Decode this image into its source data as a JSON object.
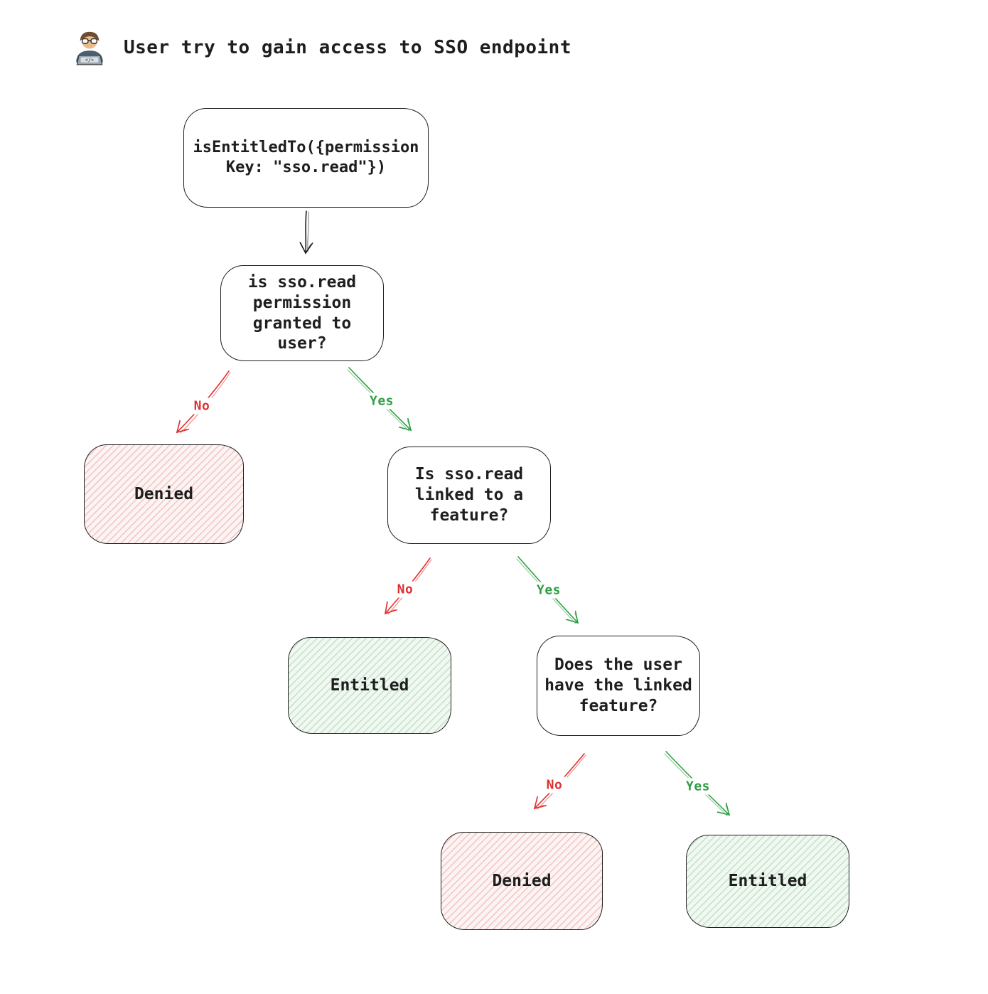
{
  "header": {
    "icon": "technologist-emoji",
    "title": "User try to gain access to SSO endpoint"
  },
  "diagram": {
    "nodes": {
      "entry": {
        "label": "isEntitledTo({permission\nKey: \"sso.read\"})"
      },
      "q_granted": {
        "label": "is sso.read\npermission\ngranted to\nuser?"
      },
      "denied_1": {
        "label": "Denied"
      },
      "q_linked": {
        "label": "Is sso.read\nlinked to a\nfeature?"
      },
      "entitled_1": {
        "label": "Entitled"
      },
      "q_feature": {
        "label": "Does the user\nhave the linked\nfeature?"
      },
      "denied_2": {
        "label": "Denied"
      },
      "entitled_2": {
        "label": "Entitled"
      }
    },
    "edge_labels": {
      "no_1": "No",
      "yes_1": "Yes",
      "no_2": "No",
      "yes_2": "Yes",
      "no_3": "No",
      "yes_3": "Yes"
    },
    "colors": {
      "stroke": "#1e1e1e",
      "no": "#e03131",
      "yes": "#2f9e44"
    }
  }
}
